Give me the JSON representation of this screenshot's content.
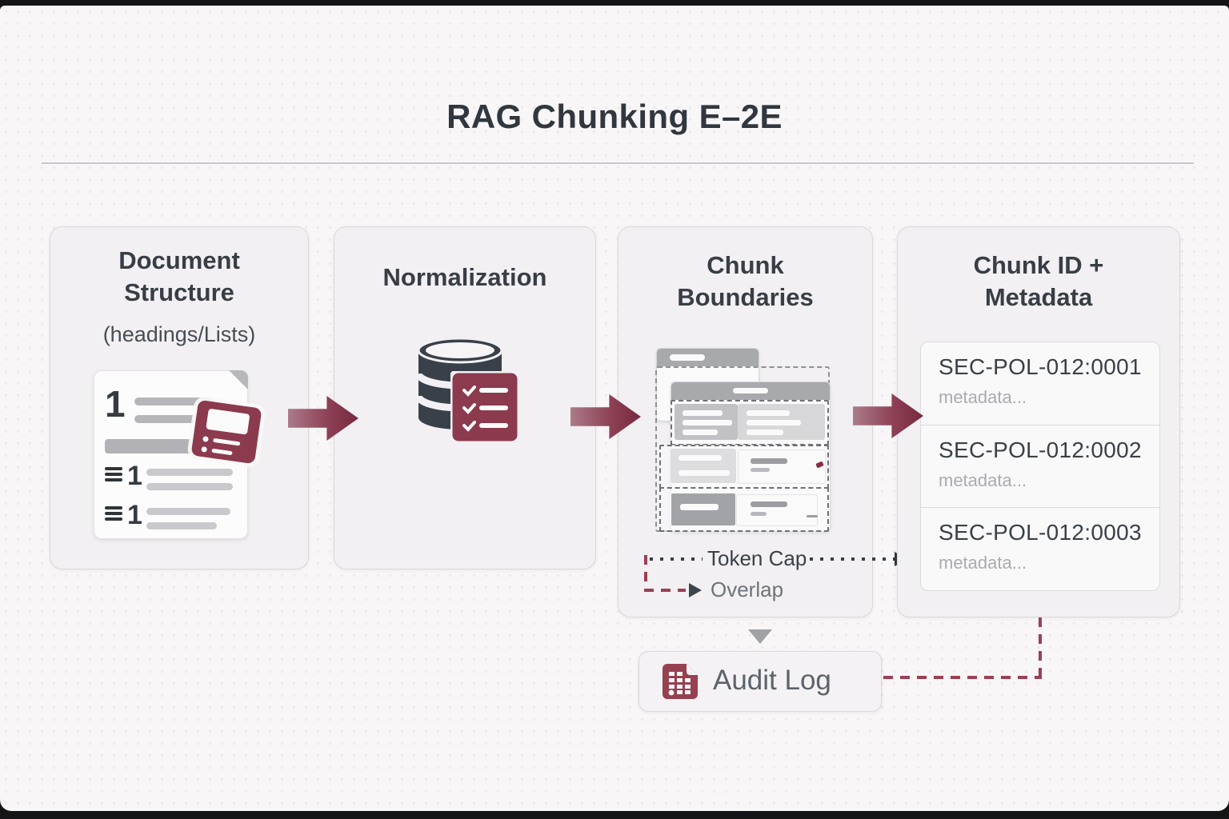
{
  "title": "RAG Chunking E–2E",
  "cards": [
    {
      "title": "Document Structure",
      "subtitle": "(headings/Lists)"
    },
    {
      "title": "Normalization"
    },
    {
      "title": "Chunk Boundaries"
    },
    {
      "title": "Chunk ID + Metadata"
    }
  ],
  "doc_icon": {
    "heading_number": "1"
  },
  "chunks": [
    {
      "id": "SEC-POL-012:0001",
      "meta": "metadata..."
    },
    {
      "id": "SEC-POL-012:0002",
      "meta": "metadata..."
    },
    {
      "id": "SEC-POL-012:0003",
      "meta": "metadata..."
    }
  ],
  "annotations": {
    "token_cap": "Token Cap",
    "overlap": "Overlap"
  },
  "audit_log": {
    "label": "Audit Log"
  },
  "colors": {
    "accent": "#8C3A4E",
    "dark_slate": "#3A4047",
    "card_bg": "#F2F0F2",
    "background": "#F8F6F7"
  }
}
